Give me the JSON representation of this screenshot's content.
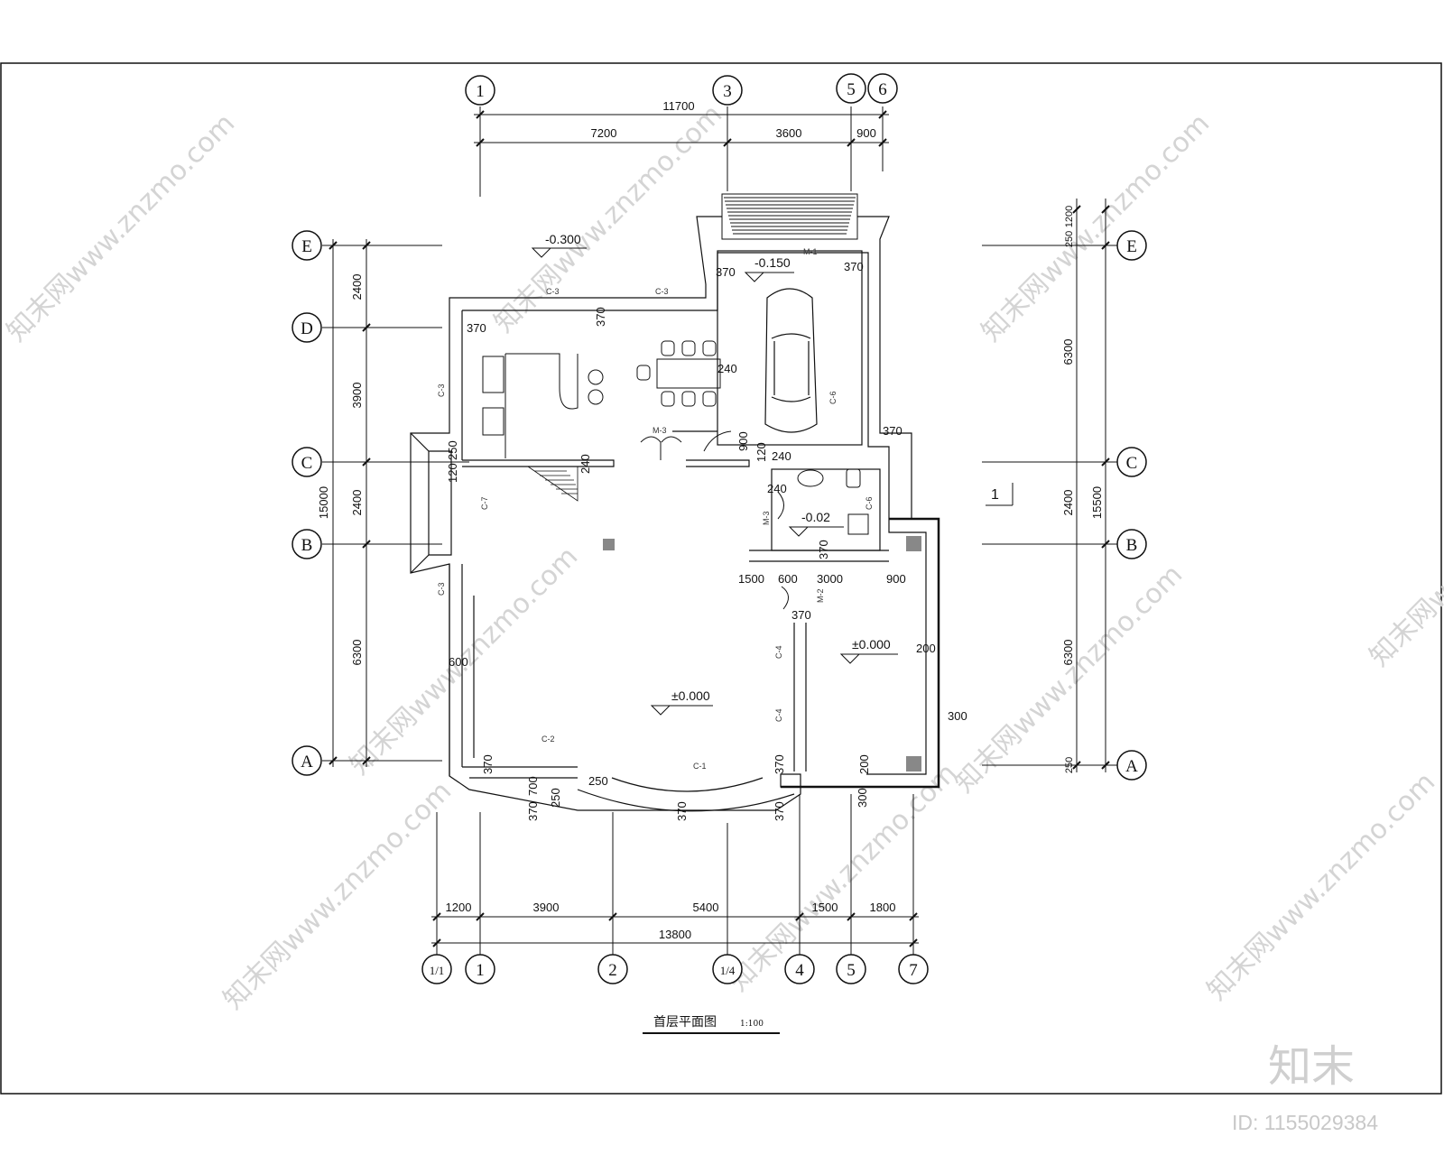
{
  "drawing": {
    "title": "首层平面图",
    "scale": "1:100",
    "section_mark": "1"
  },
  "axes": {
    "top": [
      "1",
      "3",
      "5",
      "6"
    ],
    "bottom": [
      "1/1",
      "1",
      "2",
      "1/4",
      "4",
      "5",
      "7"
    ],
    "left": [
      "E",
      "D",
      "C",
      "B",
      "A"
    ],
    "right": [
      "E",
      "C",
      "B",
      "A"
    ]
  },
  "dimensions": {
    "top_overall": "11700",
    "top_segments": [
      "7200",
      "3600",
      "900"
    ],
    "bottom_segments": [
      "1200",
      "3900",
      "5400",
      "1500",
      "1800"
    ],
    "bottom_overall": "13800",
    "left_segments": [
      "2400",
      "3900",
      "2400",
      "6300"
    ],
    "left_overall": "15000",
    "right_segments": [
      "1200",
      "250",
      "6300",
      "2400",
      "6300",
      "250"
    ],
    "right_overall": "15500"
  },
  "elevations": [
    "-0.300",
    "-0.150",
    "-0.02",
    "±0.000",
    "±0.000"
  ],
  "interior_dimensions": [
    "370",
    "370",
    "370",
    "370",
    "240",
    "240",
    "240",
    "240",
    "120",
    "900",
    "120",
    "250",
    "370",
    "1500",
    "600",
    "3000",
    "900",
    "370",
    "600",
    "200",
    "300",
    "370",
    "370",
    "370",
    "700",
    "250",
    "370",
    "250",
    "370",
    "370",
    "200",
    "300"
  ],
  "labels": {
    "window_c1": "C-1",
    "window_c2": "C-2",
    "window_c3_top": "C-3",
    "window_c3_top2": "C-3",
    "window_c3_left": "C-3",
    "window_c3_left2": "C-3",
    "window_c4a": "C-4",
    "window_c4b": "C-4",
    "window_c6": "C-6",
    "window_c6b": "C-6",
    "window_c7": "C-7",
    "door_m1": "M-1",
    "door_m2": "M-2",
    "door_m3": "M-3",
    "door_m3b": "M-3"
  },
  "watermark": {
    "text": "知末网www.znzmo.com",
    "logo": "知末",
    "id": "ID: 1155029384"
  },
  "colors": {
    "line": "#111111",
    "watermark": "#d4d4d4",
    "column": "#888888"
  }
}
